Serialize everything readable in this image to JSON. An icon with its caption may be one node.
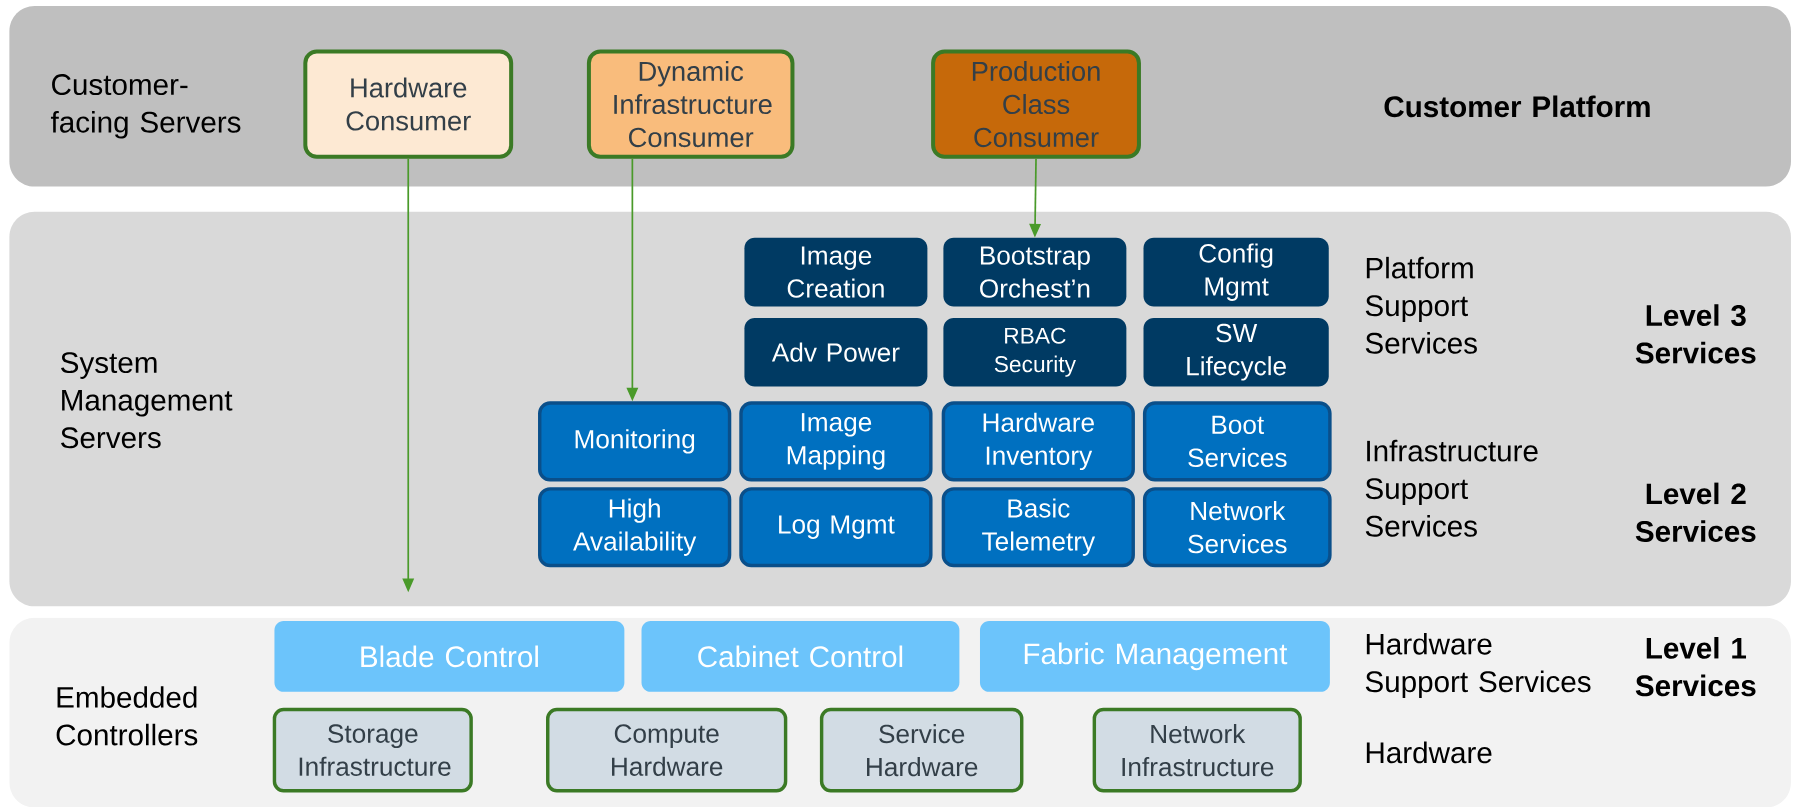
{
  "diagram": {
    "nodes": [
      {
        "text": [
          "Customer-facing Servers",
          "Customer Platform"
        ]
      },
      {
        "text": [
          "Hardware Consumer"
        ],
        "in": 0
      },
      {
        "text": [
          "Dynamic Infrastructure Consumer"
        ],
        "in": 0
      },
      {
        "text": [
          "Production Class Consumer"
        ],
        "in": 0
      },
      {
        "text": [
          "System Management Servers",
          "Platform Support Services",
          "Level 3 Services",
          "Infrastructure Support Services",
          "Level 2 Services"
        ]
      },
      {
        "text": [
          "Image Creation"
        ],
        "in": 4
      },
      {
        "text": [
          "Bootstrap Orchest’n"
        ],
        "in": 4
      },
      {
        "text": [
          "Config Mgmt"
        ],
        "in": 4
      },
      {
        "text": [
          "Adv Power"
        ],
        "in": 4
      },
      {
        "text": [
          "RBAC Security"
        ],
        "in": 4
      },
      {
        "text": [
          "SW Lifecycle"
        ],
        "in": 4
      },
      {
        "text": [
          "Monitoring"
        ],
        "in": 4
      },
      {
        "text": [
          "Image Mapping"
        ],
        "in": 4
      },
      {
        "text": [
          "Hardware Inventory"
        ],
        "in": 4
      },
      {
        "text": [
          "Boot Services"
        ],
        "in": 4
      },
      {
        "text": [
          "High Availability"
        ],
        "in": 4
      },
      {
        "text": [
          "Log Mgmt"
        ],
        "in": 4
      },
      {
        "text": [
          "Basic Telemetry"
        ],
        "in": 4
      },
      {
        "text": [
          "Network Services"
        ],
        "in": 4
      },
      {
        "text": [
          "Embedded Controllers",
          "Hardware Support Services",
          "Level 1 Services",
          "Hardware"
        ]
      },
      {
        "text": [
          "Blade Control"
        ],
        "in": 19
      },
      {
        "text": [
          "Cabinet Control"
        ],
        "in": 19
      },
      {
        "text": [
          "Fabric Management"
        ],
        "in": 19
      },
      {
        "text": [
          "Storage Infrastructure"
        ],
        "in": 19
      },
      {
        "text": [
          "Compute Hardware"
        ],
        "in": 19
      },
      {
        "text": [
          "Service Hardware"
        ],
        "in": 19
      },
      {
        "text": [
          "Network Infrastructure"
        ],
        "in": 19
      }
    ],
    "edges": [
      {
        "from": 1,
        "to": 19,
        "arrow": "to"
      },
      {
        "from": 2,
        "to": 11,
        "arrow": "to"
      },
      {
        "from": 3,
        "to": 6,
        "arrow": "to"
      }
    ]
  }
}
